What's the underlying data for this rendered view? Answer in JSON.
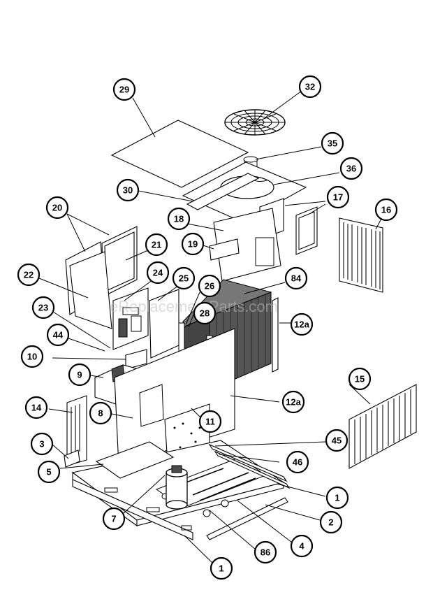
{
  "watermark": "eReplacementParts.com",
  "callouts": [
    {
      "id": "c-29",
      "label": "29"
    },
    {
      "id": "c-32",
      "label": "32"
    },
    {
      "id": "c-35",
      "label": "35"
    },
    {
      "id": "c-36",
      "label": "36"
    },
    {
      "id": "c-30",
      "label": "30"
    },
    {
      "id": "c-17",
      "label": "17"
    },
    {
      "id": "c-16",
      "label": "16"
    },
    {
      "id": "c-20",
      "label": "20"
    },
    {
      "id": "c-18",
      "label": "18"
    },
    {
      "id": "c-21",
      "label": "21"
    },
    {
      "id": "c-19",
      "label": "19"
    },
    {
      "id": "c-22",
      "label": "22"
    },
    {
      "id": "c-24",
      "label": "24"
    },
    {
      "id": "c-25",
      "label": "25"
    },
    {
      "id": "c-26",
      "label": "26"
    },
    {
      "id": "c-84",
      "label": "84"
    },
    {
      "id": "c-23",
      "label": "23"
    },
    {
      "id": "c-28",
      "label": "28"
    },
    {
      "id": "c-12a-top",
      "label": "12a"
    },
    {
      "id": "c-44",
      "label": "44"
    },
    {
      "id": "c-10",
      "label": "10"
    },
    {
      "id": "c-9",
      "label": "9"
    },
    {
      "id": "c-15",
      "label": "15"
    },
    {
      "id": "c-12a-mid",
      "label": "12a"
    },
    {
      "id": "c-14",
      "label": "14"
    },
    {
      "id": "c-8",
      "label": "8"
    },
    {
      "id": "c-11",
      "label": "11"
    },
    {
      "id": "c-3",
      "label": "3"
    },
    {
      "id": "c-45",
      "label": "45"
    },
    {
      "id": "c-5",
      "label": "5"
    },
    {
      "id": "c-46",
      "label": "46"
    },
    {
      "id": "c-1-right",
      "label": "1"
    },
    {
      "id": "c-7",
      "label": "7"
    },
    {
      "id": "c-2",
      "label": "2"
    },
    {
      "id": "c-4",
      "label": "4"
    },
    {
      "id": "c-86",
      "label": "86"
    },
    {
      "id": "c-1-bottom",
      "label": "1"
    }
  ]
}
